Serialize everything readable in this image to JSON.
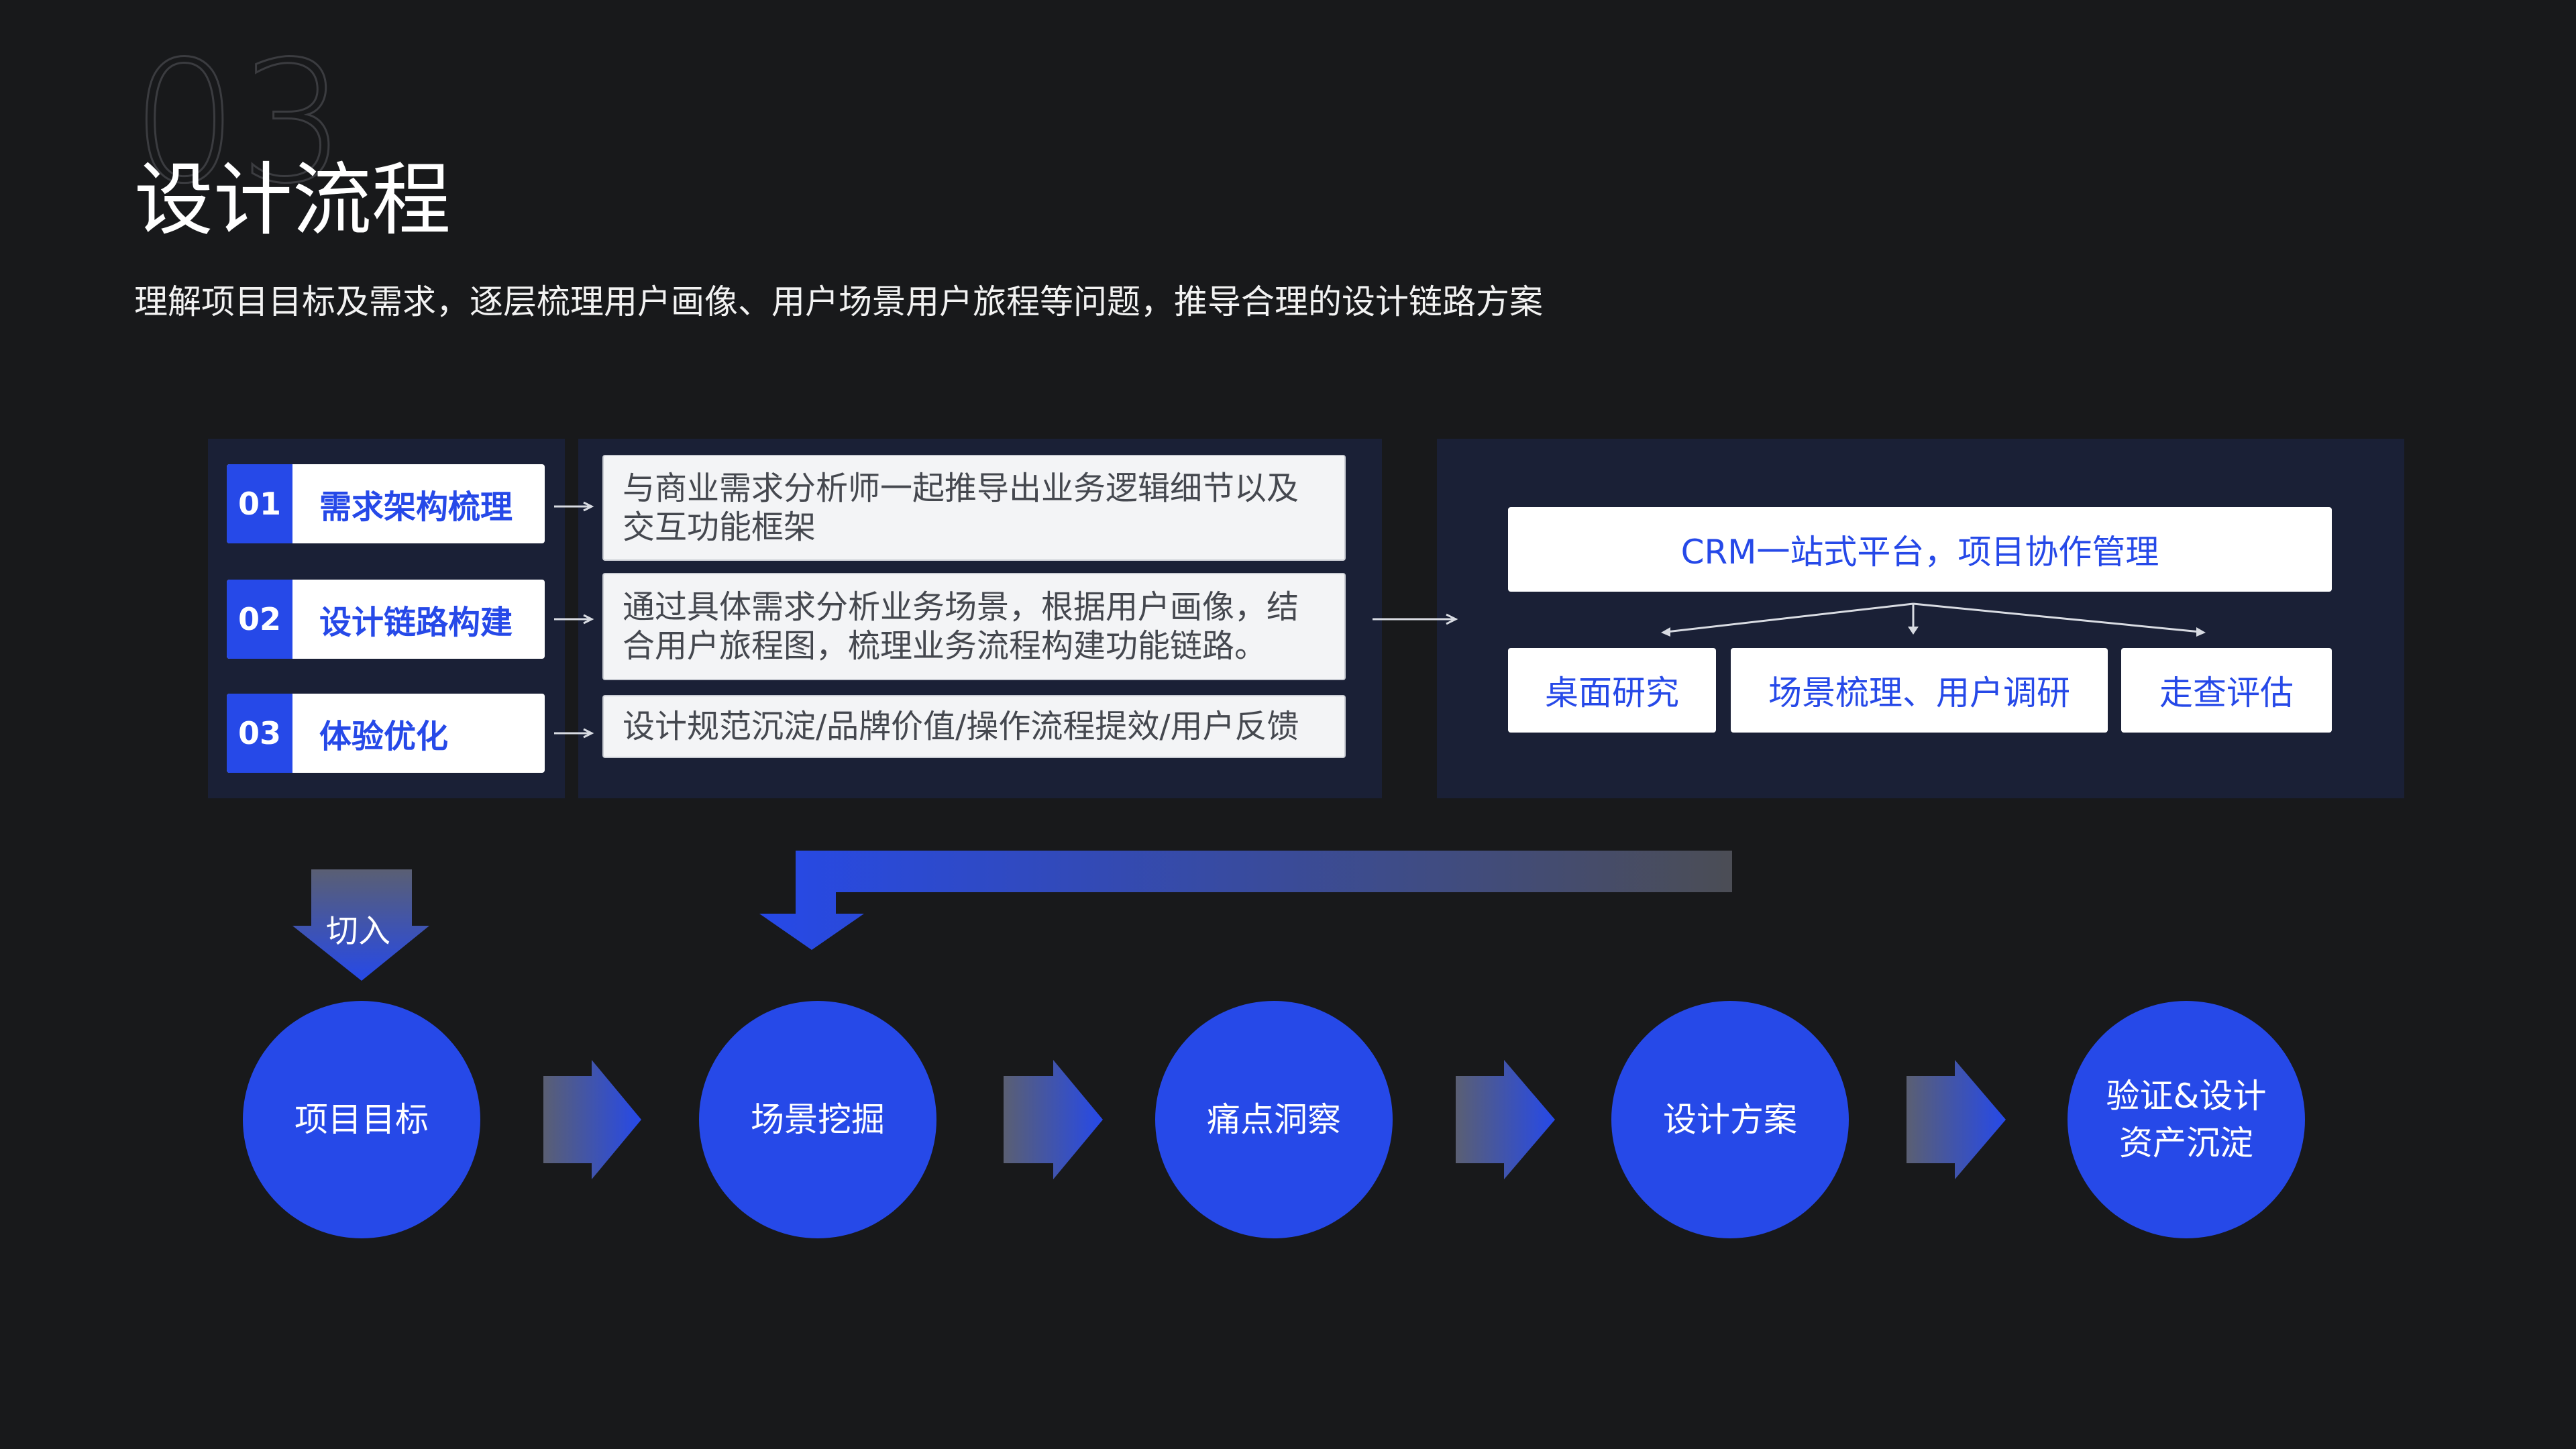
{
  "header": {
    "section_number": "03",
    "title": "设计流程",
    "subtitle": "理解项目目标及需求，逐层梳理用户画像、用户场景用户旅程等问题，推导合理的设计链路方案"
  },
  "steps": [
    {
      "num": "01",
      "label": "需求架构梳理",
      "desc": "与商业需求分析师一起推导出业务逻辑细节以及交互功能框架"
    },
    {
      "num": "02",
      "label": "设计链路构建",
      "desc": "通过具体需求分析业务场景，根据用户画像，结合用户旅程图，梳理业务流程构建功能链路。"
    },
    {
      "num": "03",
      "label": "体验优化",
      "desc": "设计规范沉淀/品牌价值/操作流程提效/用户反馈"
    }
  ],
  "platform": {
    "top": "CRM一站式平台，项目协作管理",
    "children": [
      "桌面研究",
      "场景梳理、用户调研",
      "走查评估"
    ]
  },
  "entry_label": "切入",
  "flow": [
    "项目目标",
    "场景挖掘",
    "痛点洞察",
    "设计方案",
    "验证&设计资产沉淀"
  ],
  "colors": {
    "background": "#18191b",
    "accent": "#2649e8",
    "panel": "#1a2036"
  }
}
